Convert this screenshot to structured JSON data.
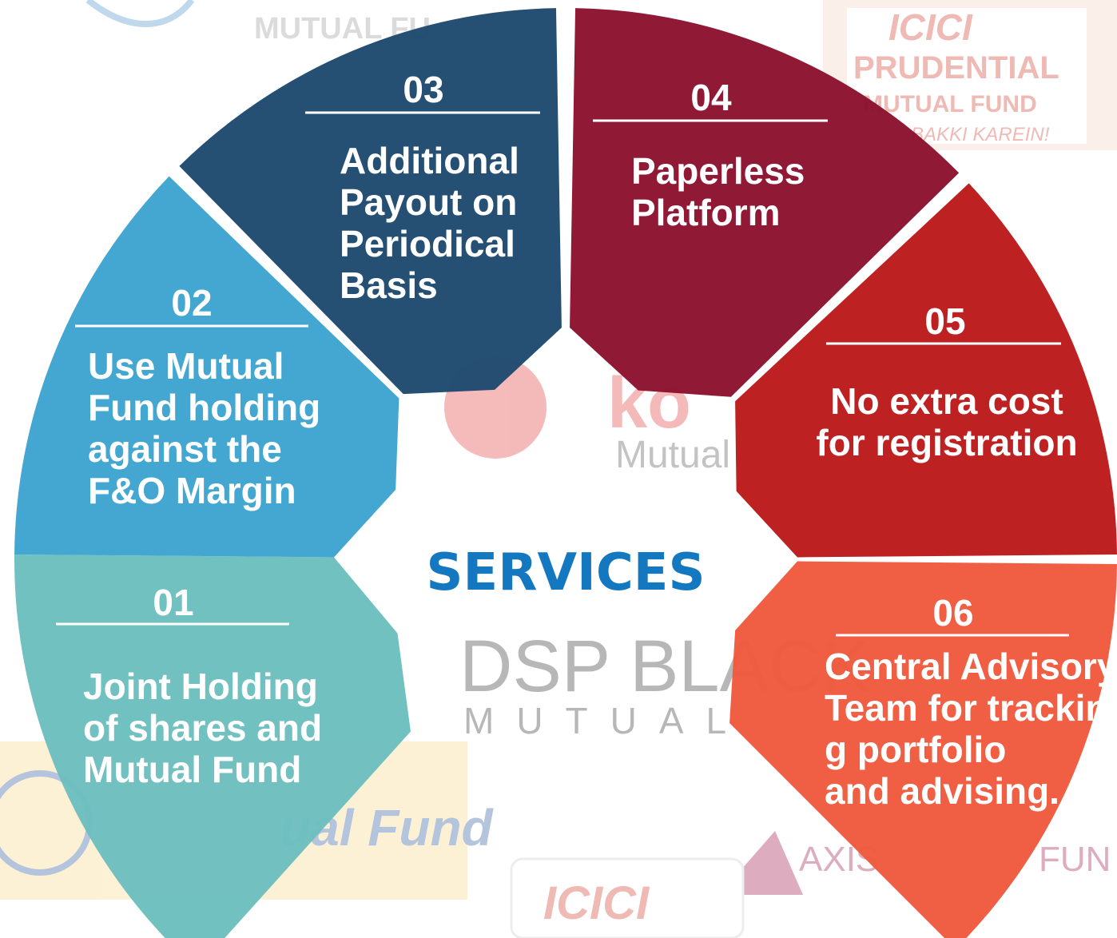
{
  "title": "SERVICES",
  "colors": {
    "segment_01": "#6dbfbf",
    "segment_02": "#3ea4d0",
    "segment_03": "#1e4a70",
    "segment_04": "#8c1230",
    "segment_05": "#bb1a1a",
    "segment_06": "#ef5a3d",
    "title": "#1478c0"
  },
  "segments": [
    {
      "number": "01",
      "lines": [
        "Joint Holding",
        "of shares and",
        "Mutual Fund"
      ]
    },
    {
      "number": "02",
      "lines": [
        "Use Mutual",
        "Fund holding",
        "against the",
        "F&O Margin"
      ]
    },
    {
      "number": "03",
      "lines": [
        "Additional",
        "Payout on",
        "Periodical",
        "Basis"
      ]
    },
    {
      "number": "04",
      "lines": [
        "Paperless",
        "Platform"
      ]
    },
    {
      "number": "05",
      "lines": [
        "No extra cost",
        "for registration"
      ]
    },
    {
      "number": "06",
      "lines": [
        "Central Advisory",
        "Team for tracking",
        "g portfolio",
        "and advising."
      ]
    }
  ],
  "background_logos": [
    {
      "name": "icici-prudential-logo",
      "lines": [
        "ICICI",
        "PRUDENTIAL",
        "MUTUAL FUND",
        "BAKKI KAREIN!"
      ]
    },
    {
      "name": "kotak-logo",
      "lines": [
        "ko",
        "Mutual"
      ]
    },
    {
      "name": "dsp-blackrock-logo",
      "lines": [
        "DSP BLACK",
        "MUTUAL"
      ]
    },
    {
      "name": "lt-mutual-fund-logo",
      "lines": [
        "ual Fund"
      ]
    },
    {
      "name": "axis-logo",
      "lines": [
        "AXIS",
        "FUN"
      ]
    },
    {
      "name": "icici-logo-bottom",
      "lines": [
        "ICICI"
      ]
    },
    {
      "name": "mutual-fund-logo-top",
      "lines": [
        "MUTUAL FU"
      ]
    }
  ]
}
